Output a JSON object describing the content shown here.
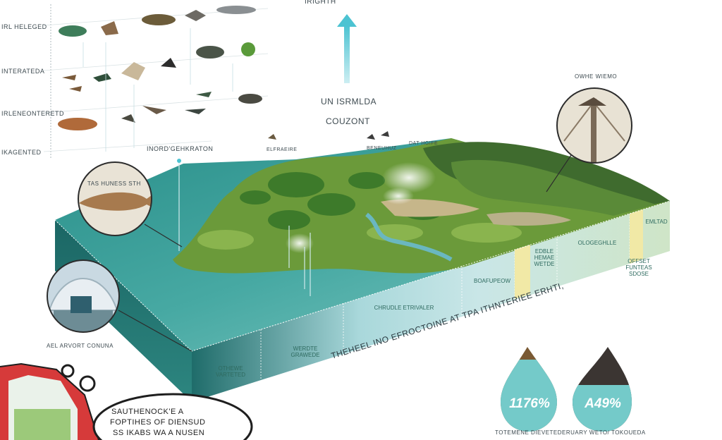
{
  "top_label": "IRIGHTH",
  "taxonomy_rows": [
    {
      "label": "IRL HELEGED"
    },
    {
      "label": "INTERATEDA"
    },
    {
      "label": "IRLENEONTERETD"
    },
    {
      "label": "IKAGENTED"
    }
  ],
  "taxonomy_footer": "INORD'GEHKRATON",
  "center_labels": {
    "line1": "UN ISRMLDA",
    "line2": "COUZONT"
  },
  "callouts": {
    "fish_title": "TAS HUNESS STH",
    "bird_left": "ELFRAEIRE",
    "bird_right": "BENEUHUZ",
    "hill_label": "DAT HGIFE",
    "tower_title": "OWHE WIEMO",
    "facility_caption": "AEL ARVORT CONUNA"
  },
  "panel_labels": [
    {
      "text": "OTHEWE VARTETED"
    },
    {
      "text": "WERDTE GRAWEDE"
    },
    {
      "text": "CHRUDLE ETRIVALER"
    },
    {
      "text": "BOAFUPEOW"
    },
    {
      "text": "EDBLE HEMAE WETDE"
    },
    {
      "text": "OLOGEGHLLE"
    },
    {
      "text": "EMLTAD"
    },
    {
      "text": "OFFSET FUNTEAS SDOSE"
    }
  ],
  "caption_main": "THEHEEL INO EFROCTOINE AT TPA ITHNTERIEE ERHTI,",
  "speech_lines": [
    "SAUTHENOCK'E A",
    "FOPTIHES OF DIENSUD",
    "SS IKABS WA A NUSEN"
  ],
  "drops": [
    {
      "value": "1176%",
      "level": 0.85
    },
    {
      "value": "A49%",
      "level": 0.55
    }
  ],
  "drops_caption": "TOTEMENE DIEVETEDERUARY WETO/ TOKOUEDA"
}
